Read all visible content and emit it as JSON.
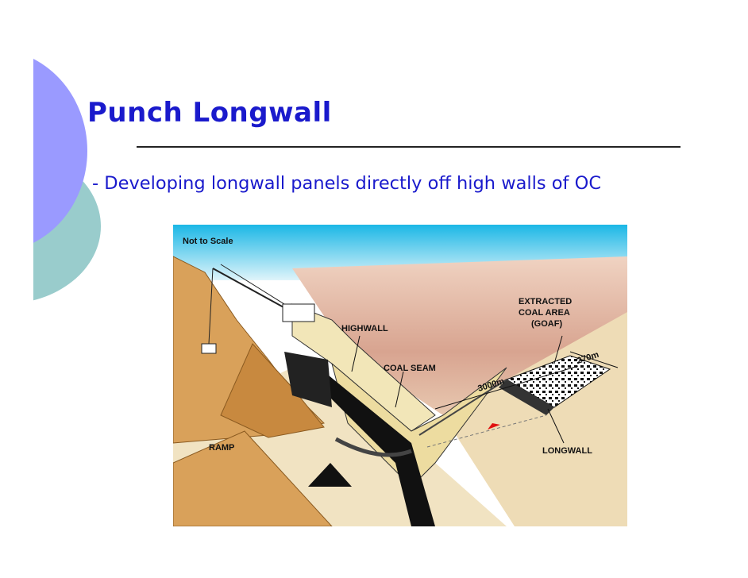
{
  "slide": {
    "title": "Punch Longwall",
    "bullet": "- Developing longwall panels directly off high walls of OC"
  },
  "diagram": {
    "labels": {
      "scale_note": "Not to Scale",
      "highwall": "HIGHWALL",
      "coal_seam": "COAL SEAM",
      "extracted_line1": "EXTRACTED",
      "extracted_line2": "COAL AREA",
      "extracted_line3": "(GOAF)",
      "panel_width": "270m",
      "panel_length": "3000m",
      "longwall": "LONGWALL",
      "ramp": "RAMP"
    }
  },
  "colors": {
    "title": "#1a1acc",
    "left_shape_blue": "#9a9aff",
    "left_shape_teal": "#99cccc",
    "sky": "#22c4e8",
    "spoil": "#d9a15a",
    "seam_block": "#eddca0"
  }
}
